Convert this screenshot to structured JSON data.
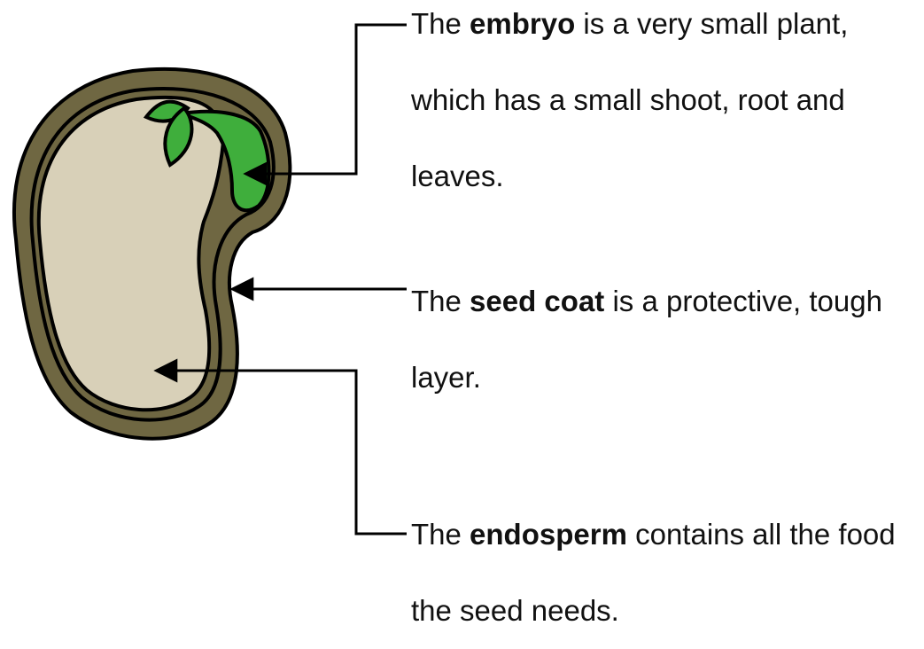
{
  "colors": {
    "seed_coat": "#6f6742",
    "seed_coat_gap": "#000000",
    "endosperm": "#d8d0b8",
    "embryo": "#3fae3c",
    "outline": "#000000",
    "text": "#111111"
  },
  "labels": {
    "embryo": {
      "prefix": "The ",
      "term": "embryo",
      "rest": " is a very small plant, which has a small shoot, root and leaves."
    },
    "seed_coat": {
      "prefix": "The ",
      "term": "seed coat",
      "rest": " is a protective, tough layer."
    },
    "endosperm": {
      "prefix": "The ",
      "term": "endosperm",
      "rest": " contains all the food the seed needs."
    }
  }
}
